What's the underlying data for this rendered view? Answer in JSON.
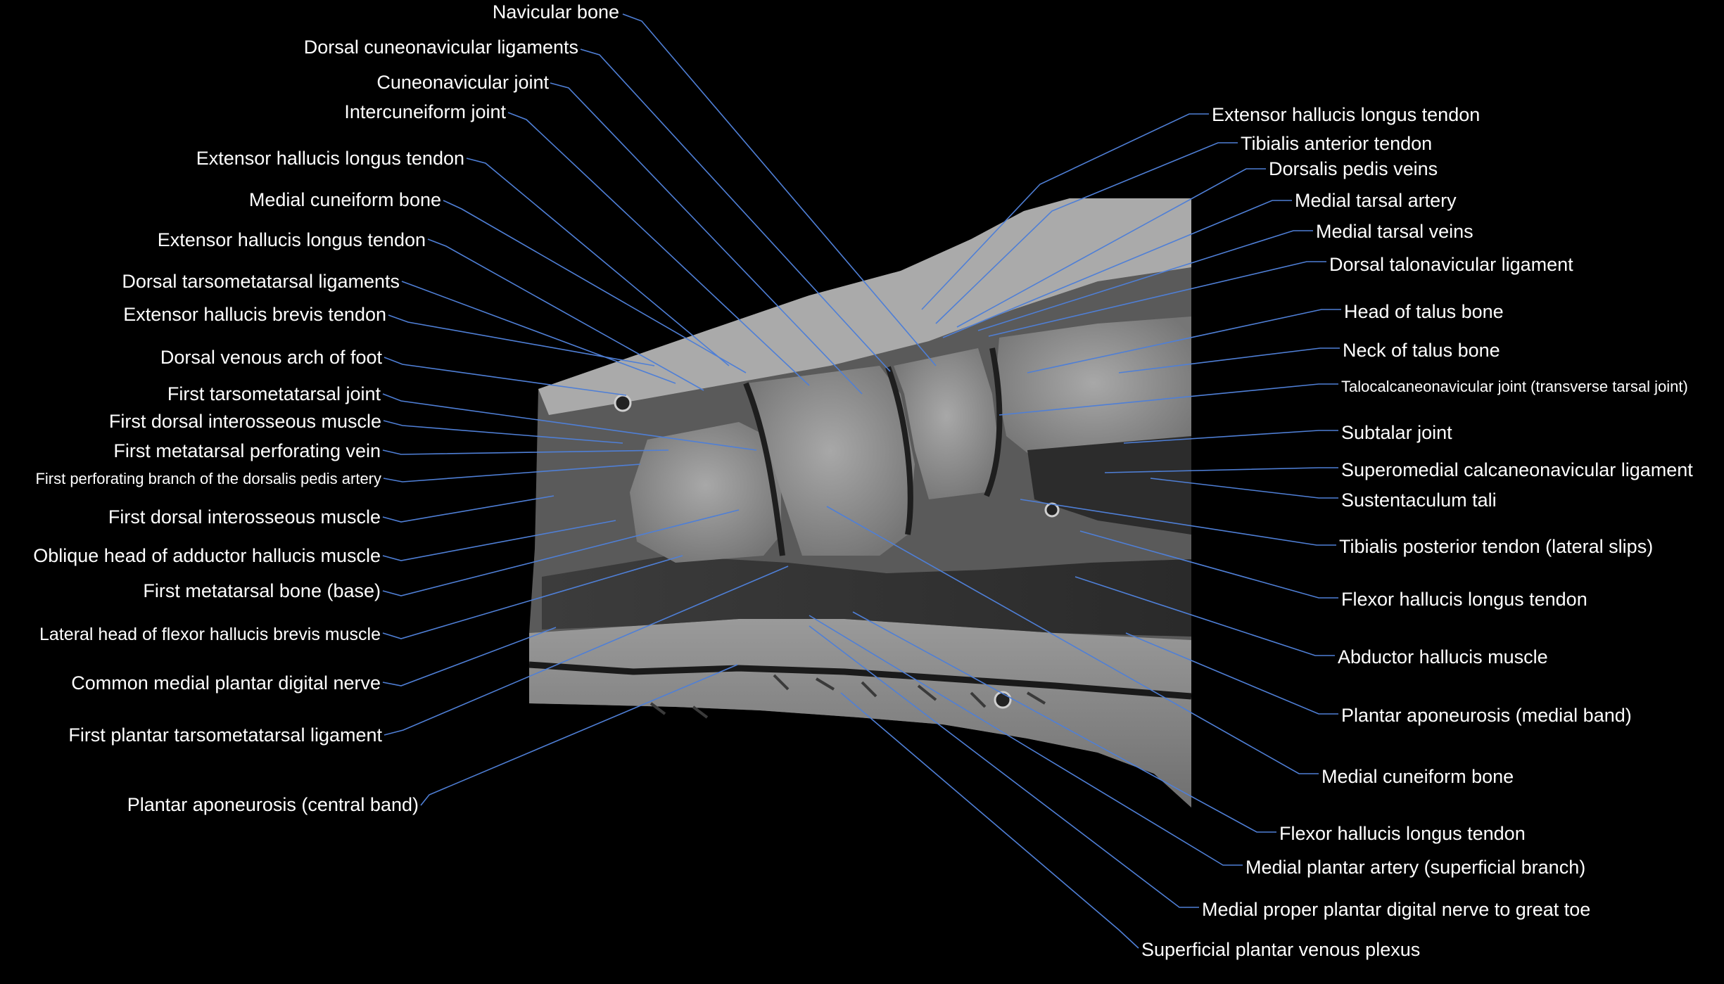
{
  "colors": {
    "background": "#000000",
    "text": "#ffffff",
    "leader": "#4f7fd6"
  },
  "labels_left": [
    "Navicular bone",
    "Dorsal cuneonavicular ligaments",
    "Cuneonavicular joint",
    "Intercuneiform joint",
    "Extensor hallucis longus tendon",
    "Medial cuneiform bone",
    "Extensor hallucis longus tendon",
    "Dorsal tarsometatarsal ligaments",
    "Extensor hallucis brevis tendon",
    "Dorsal venous arch of foot",
    "First tarsometatarsal joint",
    "First dorsal interosseous muscle",
    "First metatarsal perforating vein",
    "First perforating branch of the dorsalis pedis artery",
    "First dorsal interosseous muscle",
    "Oblique head of adductor hallucis muscle",
    "First metatarsal bone (base)",
    "Lateral head of flexor hallucis brevis muscle",
    "Common medial plantar digital nerve",
    "First plantar tarsometatarsal ligament",
    "Plantar aponeurosis (central band)"
  ],
  "labels_right": [
    "Extensor hallucis longus tendon",
    "Tibialis anterior tendon",
    "Dorsalis pedis veins",
    "Medial tarsal artery",
    "Medial tarsal veins",
    "Dorsal talonavicular ligament",
    "Head of talus bone",
    "Neck of talus bone",
    "Talocalcaneonavicular joint (transverse tarsal joint)",
    "Subtalar joint",
    "Superomedial calcaneonavicular ligament",
    "Sustentaculum tali",
    "Tibialis posterior tendon (lateral slips)",
    "Flexor hallucis longus tendon",
    "Abductor hallucis muscle",
    "Plantar aponeurosis (medial band)",
    "Medial cuneiform bone",
    "Flexor hallucis longus tendon",
    "Medial plantar artery (superficial branch)",
    "Medial proper plantar digital nerve to great toe",
    "Superficial plantar venous plexus"
  ]
}
